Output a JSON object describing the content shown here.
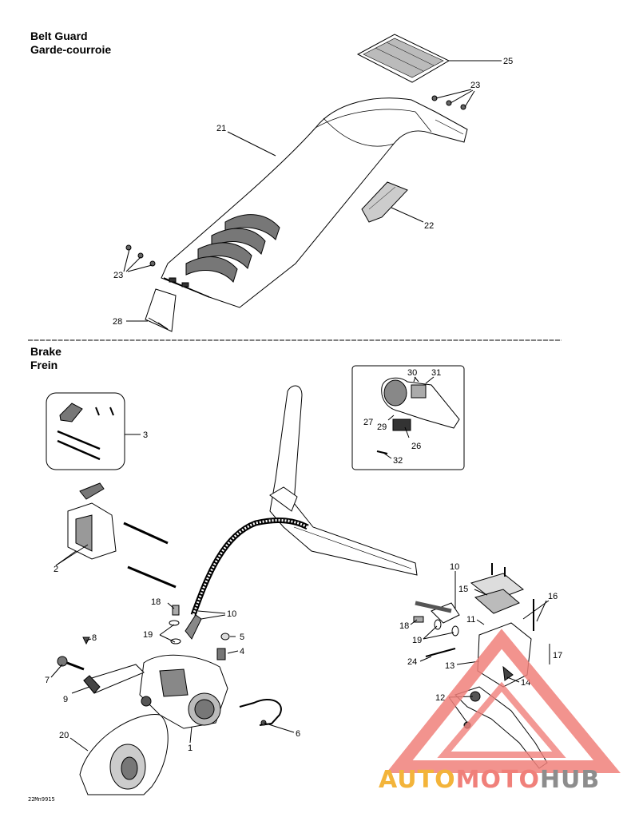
{
  "sections": {
    "belt_guard": {
      "title_en": "Belt Guard",
      "title_fr": "Garde-courroie"
    },
    "brake": {
      "title_en": "Brake",
      "title_fr": "Frein"
    }
  },
  "belt_guard_callouts": {
    "c25": "25",
    "c23a": "23",
    "c21": "21",
    "c22": "22",
    "c23b": "23",
    "c28": "28"
  },
  "brake_callouts": {
    "c30": "30",
    "c31": "31",
    "c27": "27",
    "c29": "29",
    "c26": "26",
    "c32": "32",
    "c3": "3",
    "c2": "2",
    "c10a": "10",
    "c18a": "18",
    "c19a": "19",
    "c8": "8",
    "c5": "5",
    "c4": "4",
    "c7": "7",
    "c9": "9",
    "c6": "6",
    "c20": "20",
    "c1": "1",
    "c10b": "10",
    "c15": "15",
    "c16": "16",
    "c11": "11",
    "c18b": "18",
    "c19b": "19",
    "c17": "17",
    "c24": "24",
    "c13": "13",
    "c14": "14",
    "c12": "12"
  },
  "footer": {
    "drawing_code": "22Mn9915"
  },
  "watermark": {
    "part_auto": "AUTO",
    "part_moto": "MOTO",
    "part_hub": "HUB",
    "color_red": "#f0807a",
    "color_orange": "#f3b43a",
    "color_gray": "#8d8d8d"
  }
}
